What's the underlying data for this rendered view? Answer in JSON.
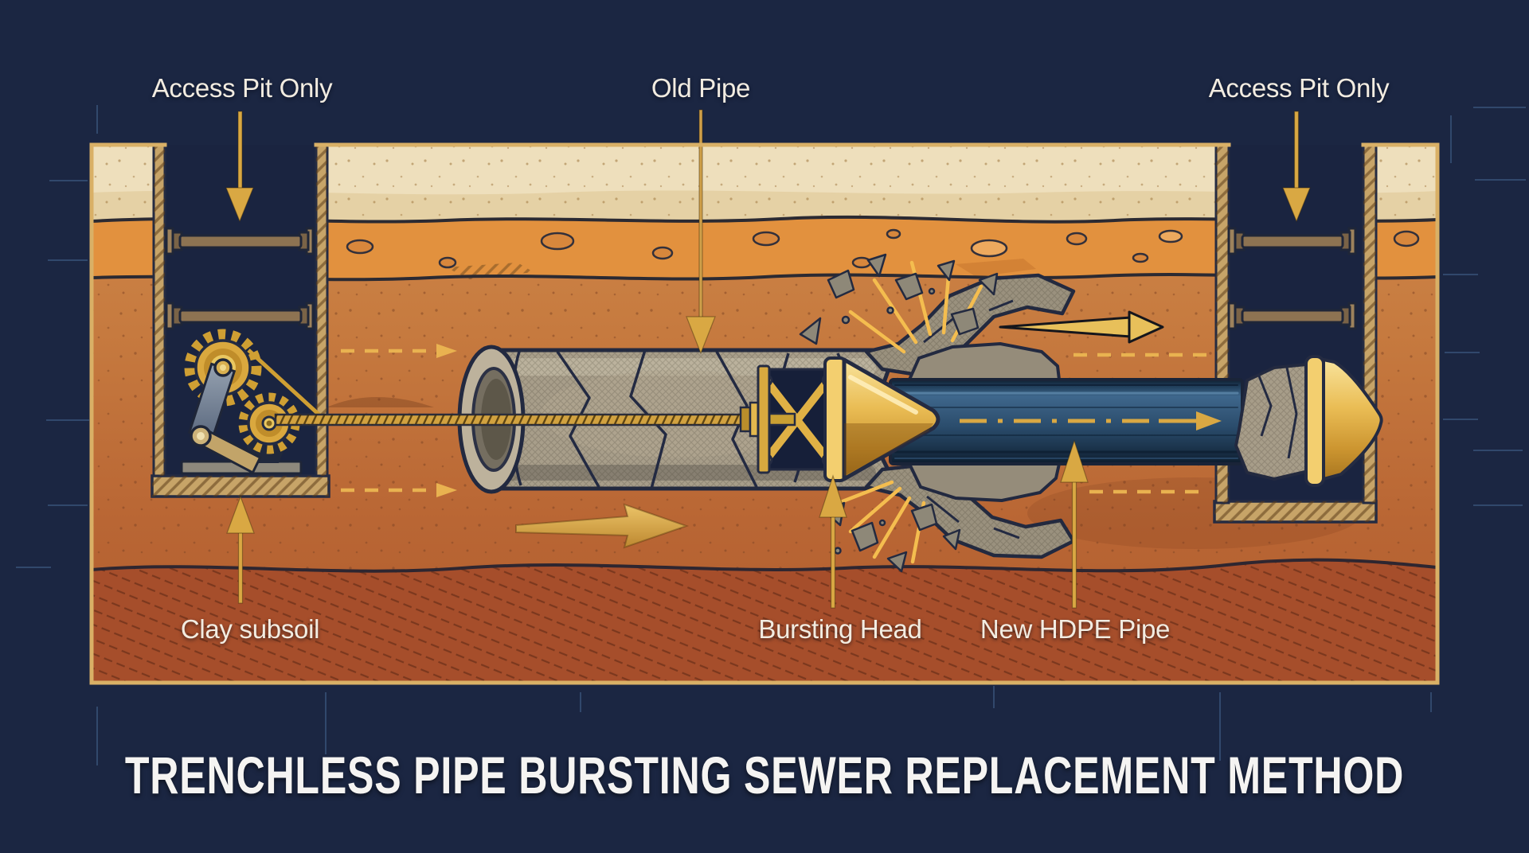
{
  "title": "TRENCHLESS PIPE BURSTING SEWER REPLACEMENT METHOD",
  "callouts": {
    "access_pit_left": {
      "label": "Access Pit Only"
    },
    "old_pipe": {
      "label": "Old Pipe"
    },
    "access_pit_right": {
      "label": "Access Pit Only"
    },
    "clay_subsoil": {
      "label": "Clay subsoil"
    },
    "bursting_head": {
      "label": "Bursting Head"
    },
    "new_hdpe_pipe": {
      "label": "New HDPE Pipe"
    }
  },
  "colors": {
    "background_navy": "#1b2642",
    "accent_gold": "#d9a843",
    "frame_gold": "#d9b066",
    "label_text": "#f2ece1",
    "new_pipe_blue": "#2c4f6f",
    "old_pipe_gray": "#a89e8a",
    "cone_gold": "#e9bd58",
    "sand_layer": "#eedfbc",
    "gravel_layer": "#e2913e",
    "subsoil": "#c0713a",
    "clay_layer": "#a64e2b",
    "pit_timber": "#c7a468"
  },
  "icons": {
    "down_arrow": "access pit pointer",
    "up_arrow": "component pointer",
    "flow_arrow": "pulling direction"
  }
}
